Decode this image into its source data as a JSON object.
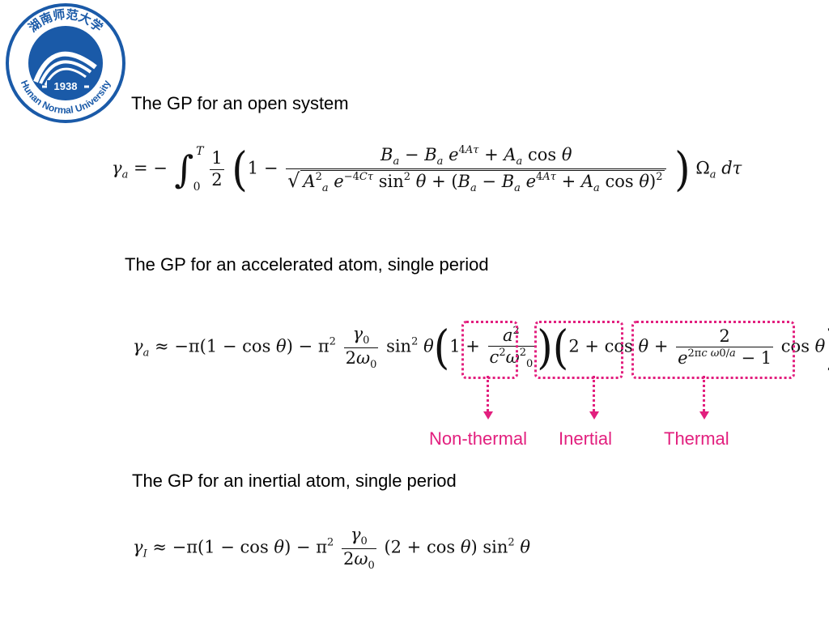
{
  "logo": {
    "name_cn": "湖南师范大学",
    "name_en": "Hunan Normal University",
    "year": "1938"
  },
  "headings": {
    "open_system": "The GP for an open system",
    "accelerated": "The GP for an accelerated atom, single period",
    "inertial": "The GP for an inertial atom, single period"
  },
  "labels": {
    "non_thermal": "Non-thermal",
    "inertial": "Inertial",
    "thermal": "Thermal"
  },
  "colors": {
    "accent": "#e21f7e",
    "logo_blue": "#1a5aa8"
  }
}
